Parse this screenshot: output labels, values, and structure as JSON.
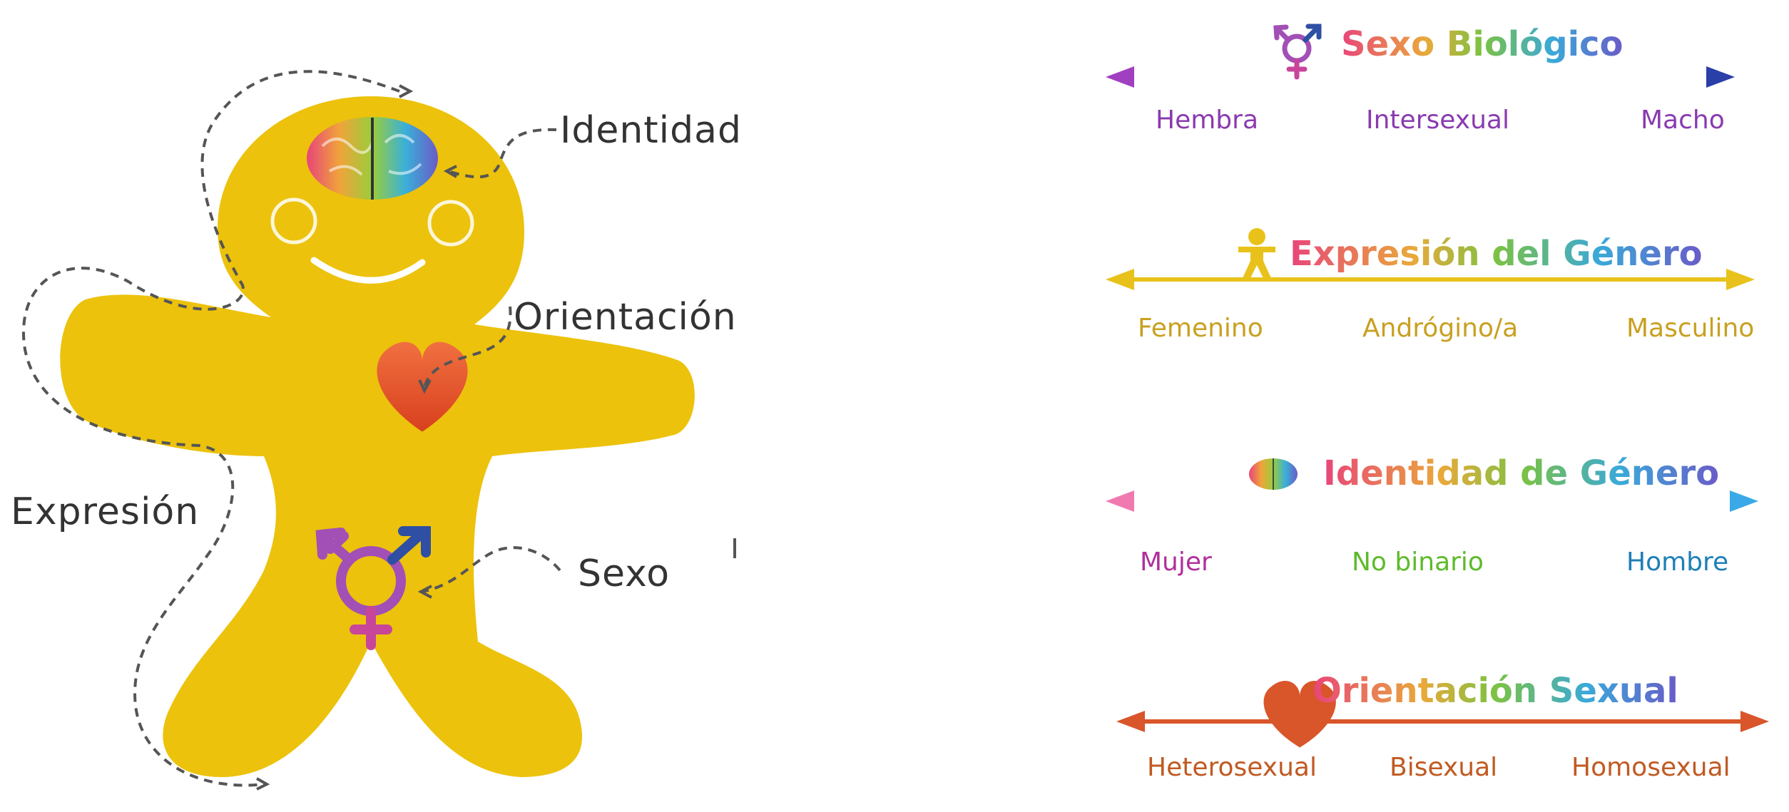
{
  "figure": {
    "labels": {
      "identity": "Identidad",
      "orientation": "Orientación",
      "expression": "Expresión",
      "sex": "Sexo"
    },
    "icons": [
      "brain-icon",
      "heart-icon",
      "transgender-symbol-icon"
    ],
    "colors": {
      "body": "#ECC20C",
      "heart": "#E0502A",
      "symbol_purple": "#A24FB6",
      "symbol_blue": "#2E4FA3",
      "symbol_pink": "#C7469A",
      "dash": "#555555"
    }
  },
  "scales": {
    "biological_sex": {
      "title": "Sexo Biológico",
      "icon": "transgender-symbol-icon",
      "left": "Hembra",
      "middle": "Intersexual",
      "right": "Macho",
      "colors": {
        "start": "#A040C0",
        "end": "#2A3FA8",
        "label": "#8A3AB0"
      }
    },
    "gender_expression": {
      "title": "Expresión del Género",
      "icon": "person-icon",
      "left": "Femenino",
      "middle": "Andrógino/a",
      "right": "Masculino",
      "colors": {
        "line": "#E8C21A",
        "label": "#C9A020"
      }
    },
    "gender_identity": {
      "title": "Identidad de Género",
      "icon": "brain-icon",
      "left": "Mujer",
      "middle": "No binario",
      "right": "Hombre",
      "colors": {
        "left": "#B0309C",
        "middle": "#5DBB2A",
        "right": "#1E7FB8"
      }
    },
    "sexual_orientation": {
      "title": "Orientación Sexual",
      "icon": "heart-icon",
      "left": "Heterosexual",
      "middle": "Bisexual",
      "right": "Homosexual",
      "colors": {
        "line": "#D9552A",
        "label": "#C05A22"
      }
    }
  }
}
